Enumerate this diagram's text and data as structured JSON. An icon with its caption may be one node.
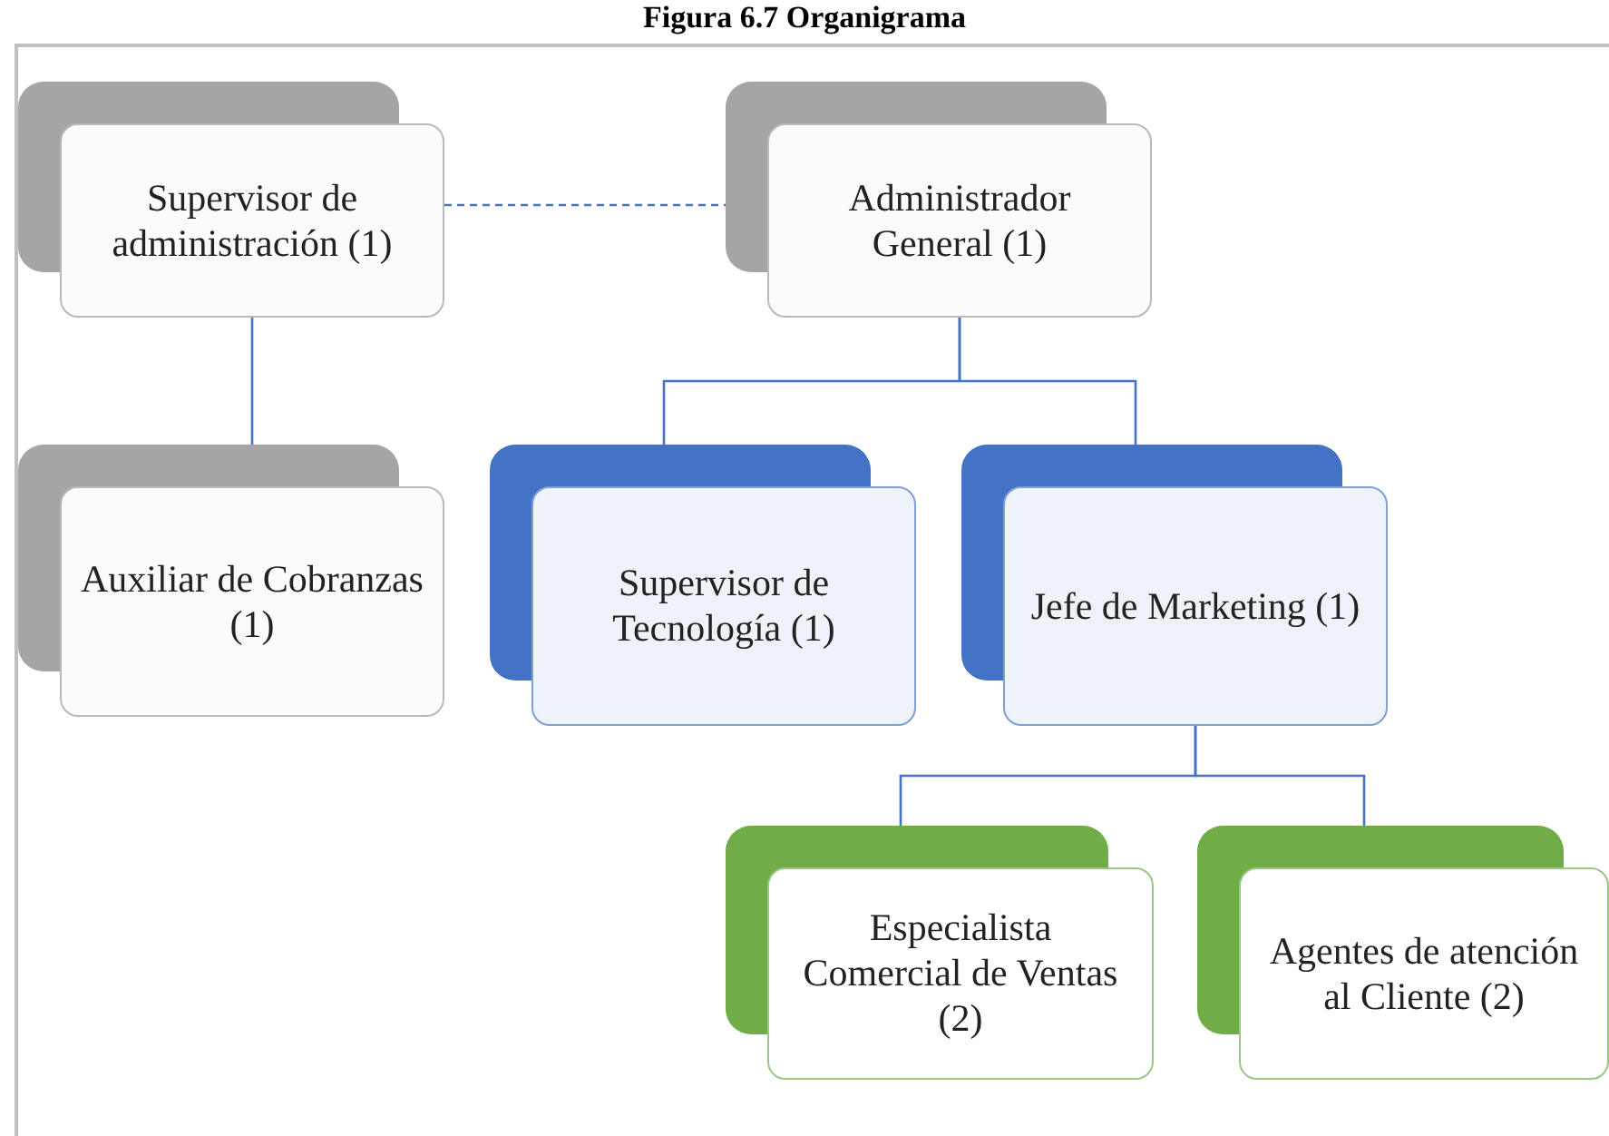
{
  "diagram": {
    "title": "Figura 6.7 Organigrama",
    "nodes": [
      {
        "text": [
          "Supervisor de administración (1)"
        ]
      },
      {
        "text": [
          "Administrador General (1)"
        ]
      },
      {
        "text": [
          "Auxiliar de Cobranzas (1)"
        ]
      },
      {
        "text": [
          "Supervisor de Tecnología (1)"
        ]
      },
      {
        "text": [
          "Jefe de Marketing (1)"
        ]
      },
      {
        "text": [
          "Especialista Comercial de Ventas (2)"
        ]
      },
      {
        "text": [
          "Agentes de atención al Cliente (2)"
        ]
      }
    ],
    "edges": [
      {
        "from": 0,
        "to": 1,
        "arrow": "none",
        "style": "dashed"
      },
      {
        "from": 0,
        "to": 2,
        "arrow": "none"
      },
      {
        "from": 1,
        "to": 3,
        "arrow": "none"
      },
      {
        "from": 1,
        "to": 4,
        "arrow": "none"
      },
      {
        "from": 4,
        "to": 5,
        "arrow": "none"
      },
      {
        "from": 4,
        "to": 6,
        "arrow": "none"
      }
    ]
  }
}
